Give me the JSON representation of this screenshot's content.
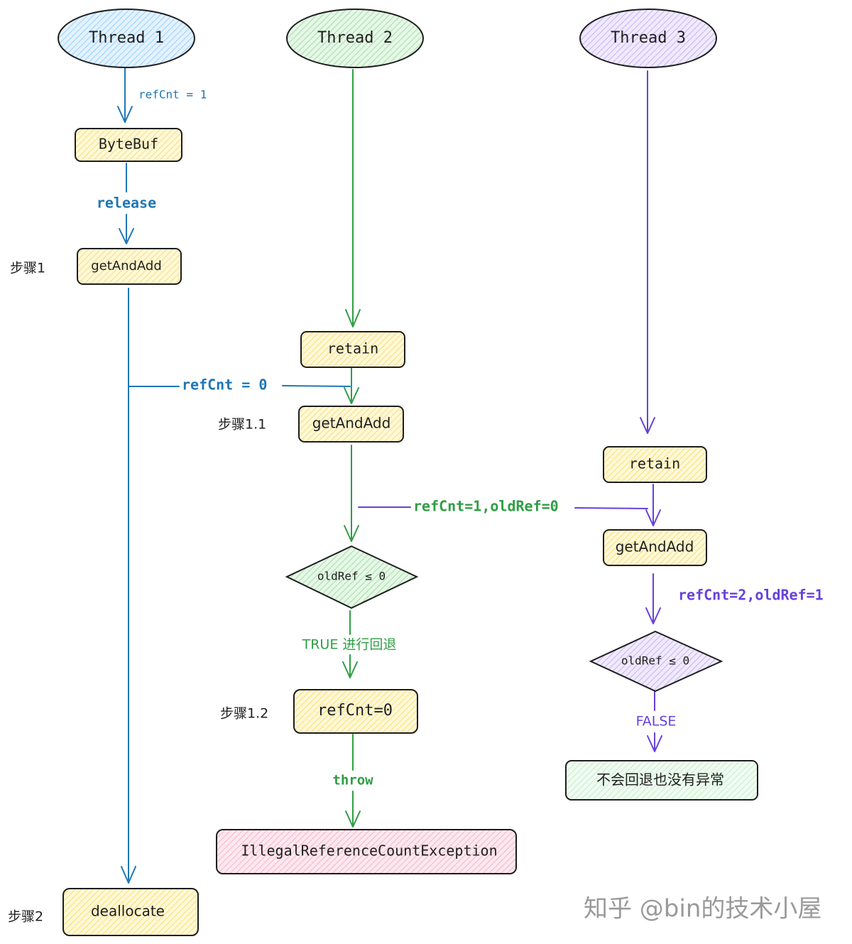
{
  "colors": {
    "blue": "#1f77b4",
    "green": "#2f9e44",
    "purple": "#6741d9",
    "yellow_fill": "#ffec99",
    "blue_fill": "#a5d8ff",
    "green_fill": "#b2f2bb",
    "purple_fill": "#d0bfff",
    "pink_fill": "#fcc2d7",
    "mint_fill": "#d3f9d8",
    "stroke": "#1e1e1e"
  },
  "threads": {
    "t1": "Thread 1",
    "t2": "Thread 2",
    "t3": "Thread 3"
  },
  "nodes": {
    "bytebuf": "ByteBuf",
    "t1_getandadd": "getAndAdd",
    "t2_retain": "retain",
    "t2_getandadd": "getAndAdd",
    "t2_condition": "oldRef ≤ 0",
    "t2_refcnt0": "refCnt=0",
    "exception": "IllegalReferenceCountException",
    "t3_retain": "retain",
    "t3_getandadd": "getAndAdd",
    "t3_condition": "oldRef ≤ 0",
    "t3_result": "不会回退也没有异常",
    "deallocate": "deallocate"
  },
  "steps": {
    "step1": "步骤1",
    "step1_1": "步骤1.1",
    "step1_2": "步骤1.2",
    "step2": "步骤2"
  },
  "edges": {
    "t1_refcnt1": "refCnt = 1",
    "t1_release": "release",
    "t1_refcnt0": "refCnt = 0",
    "t2_refcnt1_oldref0": "refCnt=1,oldRef=0",
    "t2_true": "TRUE 进行回退",
    "t2_throw": "throw",
    "t3_refcnt2_oldref1": "refCnt=2,oldRef=1",
    "t3_false": "FALSE"
  },
  "watermark": "知乎 @bin的技术小屋"
}
